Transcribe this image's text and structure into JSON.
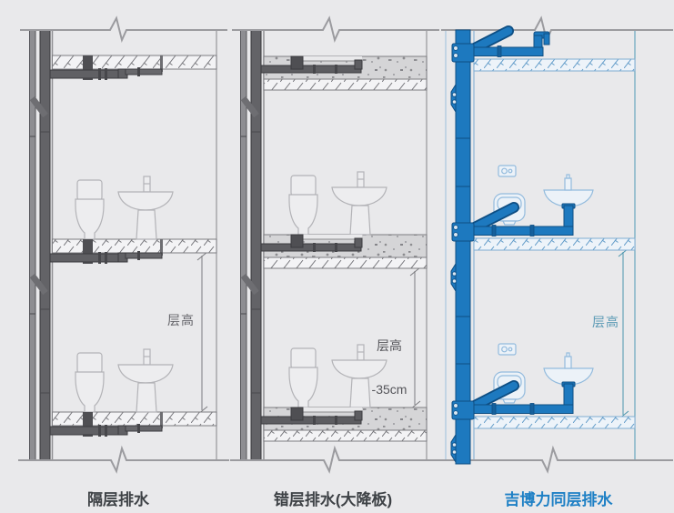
{
  "diagram": {
    "description_labels": {
      "floor_height": "层高",
      "floor_height_middle": "层高",
      "floor_height_offset": "-35cm",
      "floor_height_right": "层高"
    },
    "panels": [
      {
        "id": "interfloor-drainage",
        "caption": "隔层排水",
        "theme": "gray",
        "floor_height_label": "层高"
      },
      {
        "id": "staggered-drainage",
        "caption": "错层排水(大降板)",
        "theme": "gray-sunken",
        "floor_height_label": "层高",
        "floor_height_offset": "-35cm"
      },
      {
        "id": "geberit-same-floor",
        "caption": "吉博力同层排水",
        "theme": "blue",
        "floor_height_label": "层高"
      }
    ],
    "colors": {
      "background": "#e9e9eb",
      "boundary_gray": "#9b9b9f",
      "pipe_gray": "#636367",
      "vent_pipe_gray": "#8e8e92",
      "pipe_blue": "#1d79bf",
      "pipe_blue_dark": "#0e4e83",
      "fixture_outline_gray": "#b3b3b7",
      "fixture_outline_blue": "#93bbdd",
      "slab_hatch_gray": "#75757a",
      "slab_hatch_blue": "#5f9ac8",
      "stipple_fill": "#d5d5d7",
      "dimension_gray": "#7c7c80",
      "dimension_teal": "#4b95ad",
      "caption_dark": "#3e4246",
      "caption_blue": "#1e80c5"
    },
    "icon_names": [
      "toilet-icon",
      "sink-icon",
      "flush-plate-icon",
      "soil-stack-pipe",
      "vent-pipe",
      "floor-slab",
      "dimension-line",
      "break-symbol"
    ]
  }
}
